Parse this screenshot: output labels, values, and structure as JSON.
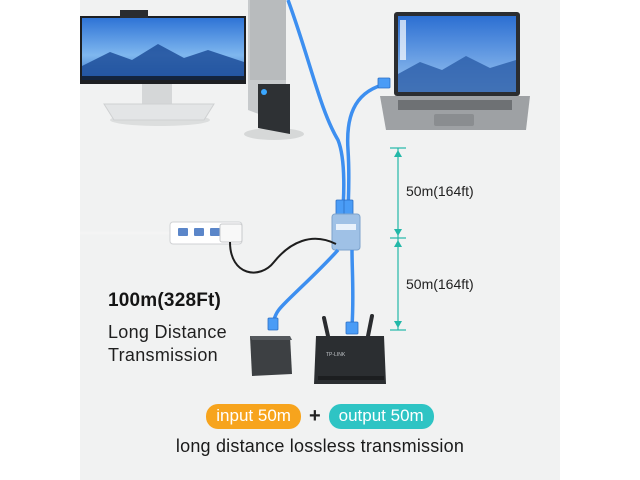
{
  "headline": "100m(328Ft)",
  "subtitle_line1": "Long Distance",
  "subtitle_line2": "Transmission",
  "distance_upper": "50m(164ft)",
  "distance_lower": "50m(164ft)",
  "router_brand": "TP-LINK",
  "input_label": "input 50m",
  "plus_sign": "+",
  "output_label": "output 50m",
  "tagline": "long distance lossless transmission",
  "colors": {
    "cable": "#3d8ff0",
    "input_pill": "#f7a41d",
    "output_pill": "#2ec4c4",
    "marker_line": "#23b8a8"
  }
}
